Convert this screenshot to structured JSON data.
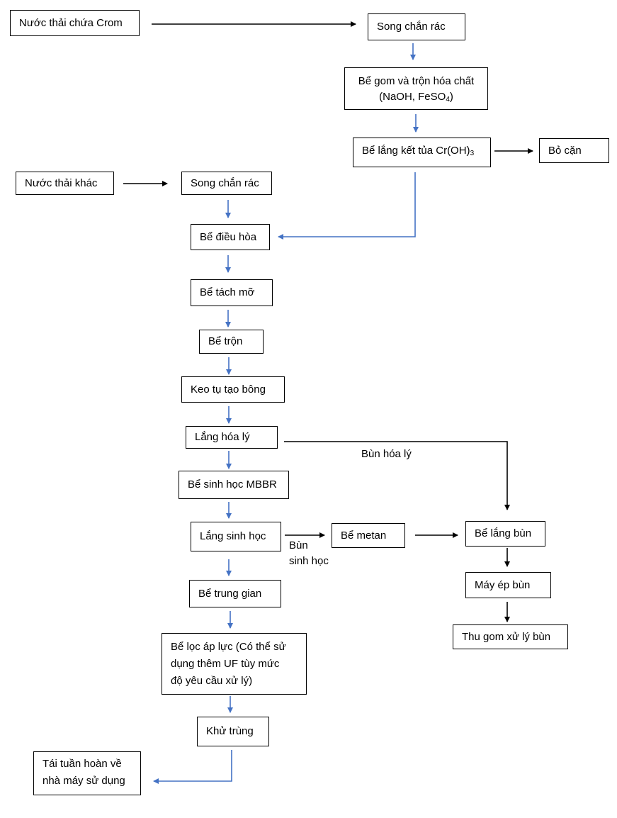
{
  "nodes": {
    "chrome_wastewater": "Nước thải chứa Crom",
    "screen_1": "Song chắn rác",
    "mixing_tank": {
      "line1": "Bể gom và trộn hóa chất",
      "line2_prefix": "(NaOH, FeSO",
      "line2_sub": "4",
      "line2_suffix": ")"
    },
    "precip_tank": {
      "prefix": "Bể lắng kết tủa Cr(OH)",
      "sub": "3"
    },
    "residue": "Bỏ cặn",
    "other_wastewater": "Nước thải khác",
    "screen_2": "Song chắn rác",
    "equalization": "Bể điều hòa",
    "grease_trap": "Bể tách mỡ",
    "mixer": "Bể trộn",
    "coagulation": "Keo tụ tạo bông",
    "chem_settling": "Lắng hóa lý",
    "mbbr": "Bể sinh học MBBR",
    "bio_settling": "Lắng sinh học",
    "methane_tank": "Bể metan",
    "sludge_settling": "Bể lắng bùn",
    "sludge_press": "Máy ép bùn",
    "sludge_collection": "Thu gom xử lý bùn",
    "intermediate": "Bể trung gian",
    "pressure_filter": {
      "line1": "Bể lọc áp lực (Có thể sử",
      "line2": "dụng thêm UF tùy mức",
      "line3": "độ yêu cầu xử lý)"
    },
    "disinfection": "Khử trùng",
    "recycle": {
      "line1": "Tái tuần hoàn về",
      "line2": "nhà máy sử dụng"
    }
  },
  "labels": {
    "chem_sludge": "Bùn hóa lý",
    "bio_sludge_line1": "Bùn",
    "bio_sludge_line2": "sinh học"
  },
  "colors": {
    "blue_arrow": "#4472C4",
    "black_arrow": "#000000"
  }
}
